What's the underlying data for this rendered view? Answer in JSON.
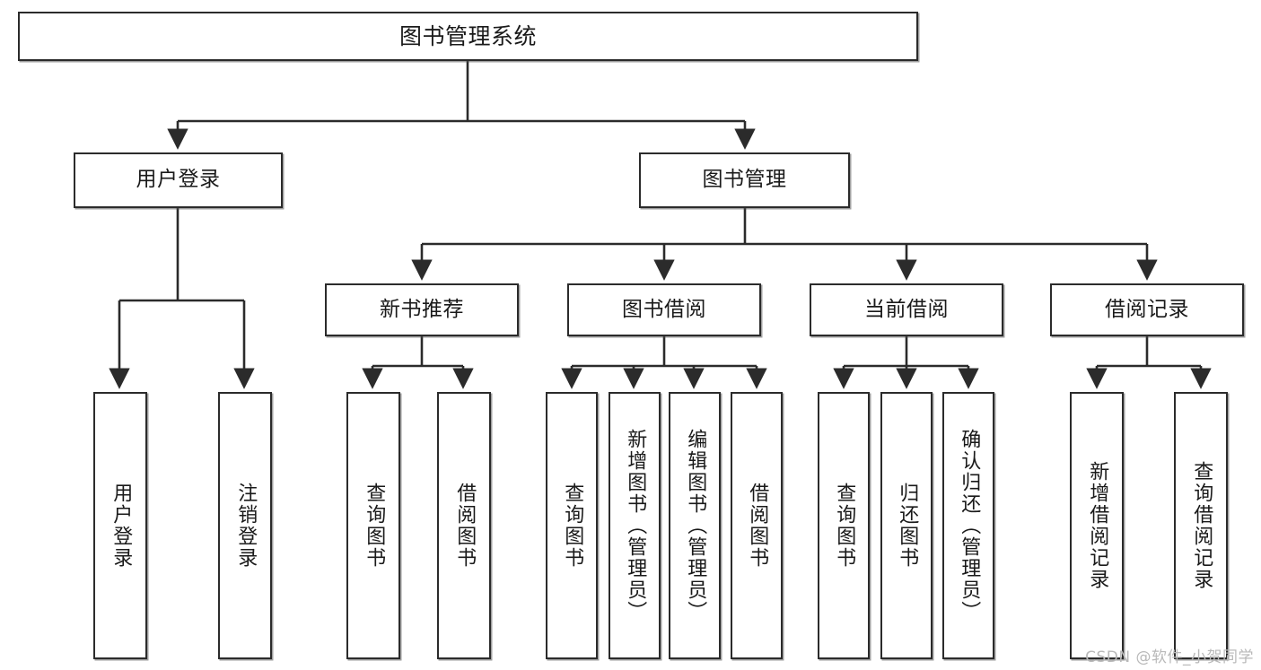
{
  "diagram": {
    "title": "图书管理系统",
    "root": {
      "id": "root",
      "label": "图书管理系统"
    },
    "level2": [
      {
        "id": "user-login",
        "label": "用户登录"
      },
      {
        "id": "book-manage",
        "label": "图书管理"
      }
    ],
    "level3": [
      {
        "id": "new-book-rec",
        "label": "新书推荐",
        "parent": "book-manage"
      },
      {
        "id": "book-borrow",
        "label": "图书借阅",
        "parent": "book-manage"
      },
      {
        "id": "current-borrow",
        "label": "当前借阅",
        "parent": "book-manage"
      },
      {
        "id": "borrow-record",
        "label": "借阅记录",
        "parent": "book-manage"
      }
    ],
    "leaves": [
      {
        "id": "leaf-user-login",
        "label": "用户登录",
        "parent": "user-login"
      },
      {
        "id": "leaf-logout-login",
        "label": "注销登录",
        "parent": "user-login"
      },
      {
        "id": "leaf-query-book-1",
        "label": "查询图书",
        "parent": "new-book-rec"
      },
      {
        "id": "leaf-borrow-book-1",
        "label": "借阅图书",
        "parent": "new-book-rec"
      },
      {
        "id": "leaf-query-book-2",
        "label": "查询图书",
        "parent": "book-borrow"
      },
      {
        "id": "leaf-add-book",
        "label": "新增图书（管理员）",
        "parent": "book-borrow"
      },
      {
        "id": "leaf-edit-book",
        "label": "编辑图书（管理员）",
        "parent": "book-borrow"
      },
      {
        "id": "leaf-borrow-book-2",
        "label": "借阅图书",
        "parent": "book-borrow"
      },
      {
        "id": "leaf-query-book-3",
        "label": "查询图书",
        "parent": "current-borrow"
      },
      {
        "id": "leaf-return-book",
        "label": "归还图书",
        "parent": "current-borrow"
      },
      {
        "id": "leaf-confirm-return",
        "label": "确认归还（管理员）",
        "parent": "current-borrow"
      },
      {
        "id": "leaf-add-record",
        "label": "新增借阅记录",
        "parent": "borrow-record"
      },
      {
        "id": "leaf-query-record",
        "label": "查询借阅记录",
        "parent": "borrow-record"
      }
    ]
  },
  "watermark": {
    "text": "CSDN @软件_小贺同学"
  },
  "colors": {
    "stroke": "#2b2b2b",
    "fill": "#ffffff",
    "text": "#1a1a1a",
    "watermark": "#b9b9b9"
  }
}
